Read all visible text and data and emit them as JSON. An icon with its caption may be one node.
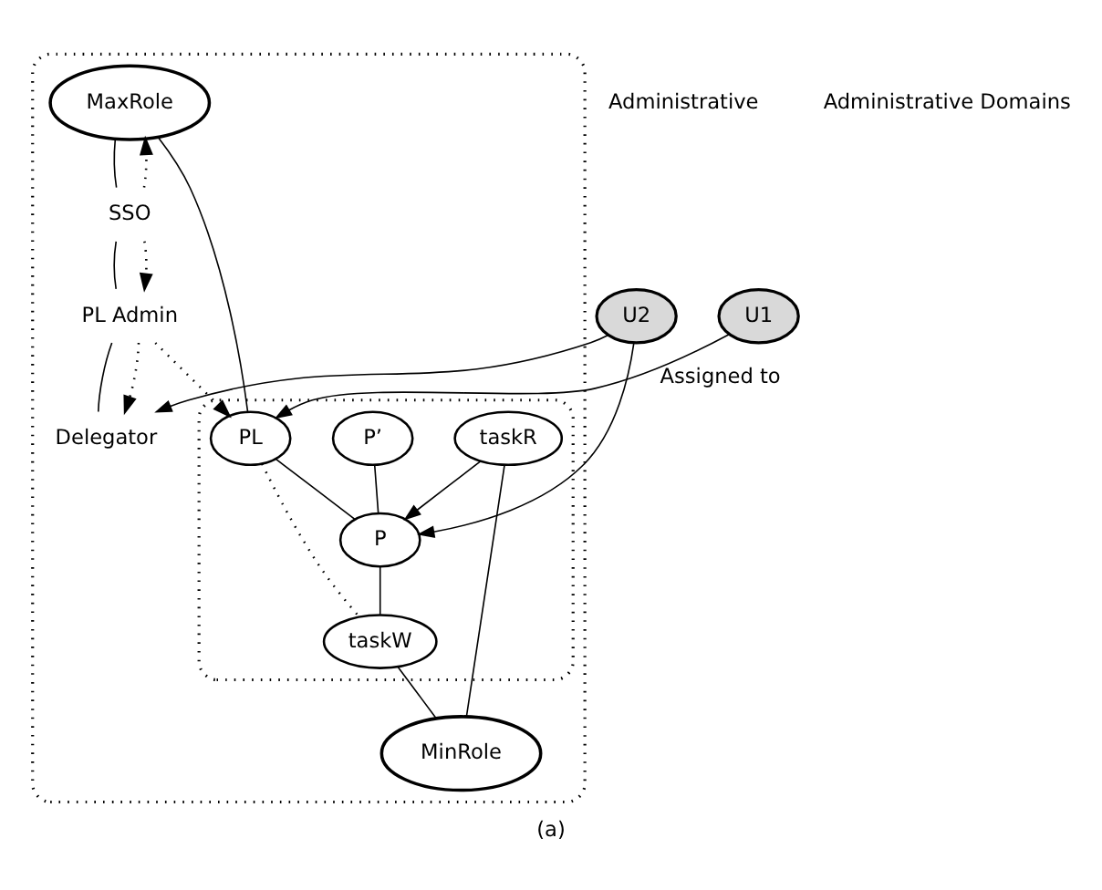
{
  "diagram": {
    "caption": "(a)",
    "nodes": [
      {
        "text": [],
        "shape": "ellipse"
      },
      {
        "text": [
          "MaxRole"
        ],
        "in": 0
      },
      {
        "text": [
          "SSO"
        ],
        "in": 0
      },
      {
        "text": [
          "PL Admin"
        ],
        "in": 0
      },
      {
        "text": [
          "Delegator"
        ],
        "in": 0
      },
      {
        "text": [],
        "shape": "ellipse",
        "in": 0
      },
      {
        "text": [
          "PL"
        ],
        "in": 5
      },
      {
        "text": [
          "P’"
        ],
        "in": 5
      },
      {
        "text": [
          "P"
        ],
        "in": 5
      },
      {
        "text": [
          "taskR"
        ],
        "in": 5
      },
      {
        "text": [
          "taskW"
        ],
        "in": 5
      },
      {
        "text": [
          "MinRole"
        ],
        "in": 0
      },
      {
        "text": [
          "U1"
        ]
      },
      {
        "text": [
          "U2"
        ]
      }
    ],
    "edges": [
      {
        "from": 2,
        "to": 1,
        "arrow": "to",
        "style": "dashed"
      },
      {
        "from": 1,
        "to": 2,
        "arrow": "none"
      },
      {
        "from": 2,
        "to": 3,
        "arrow": "none"
      },
      {
        "from": 2,
        "to": 3,
        "arrow": "to",
        "style": "dashed"
      },
      {
        "from": 3,
        "to": 6,
        "arrow": "to",
        "style": "dashed"
      },
      {
        "from": 3,
        "to": 4,
        "arrow": "none"
      },
      {
        "from": 3,
        "to": 4,
        "arrow": "to",
        "style": "dashed"
      },
      {
        "from": 12,
        "to": 6,
        "arrow": "to",
        "label": "Assigned to"
      },
      {
        "from": 13,
        "to": 8,
        "arrow": "to"
      },
      {
        "from": 13,
        "to": 4,
        "arrow": "to"
      },
      {
        "from": 1,
        "to": 6,
        "arrow": "none"
      },
      {
        "from": 6,
        "to": 8,
        "arrow": "none"
      },
      {
        "from": 6,
        "to": 10,
        "arrow": "none",
        "style": "dashed"
      },
      {
        "from": 7,
        "to": 8,
        "arrow": "none"
      },
      {
        "from": 9,
        "to": 8,
        "arrow": "to"
      },
      {
        "from": 8,
        "to": 10,
        "arrow": "none"
      },
      {
        "from": 9,
        "to": 11,
        "arrow": "none"
      },
      {
        "from": 10,
        "to": 11,
        "arrow": "none"
      }
    ],
    "legend": [
      {
        "text": "Administrative"
      },
      {
        "text": "Administrative Domains"
      }
    ]
  }
}
